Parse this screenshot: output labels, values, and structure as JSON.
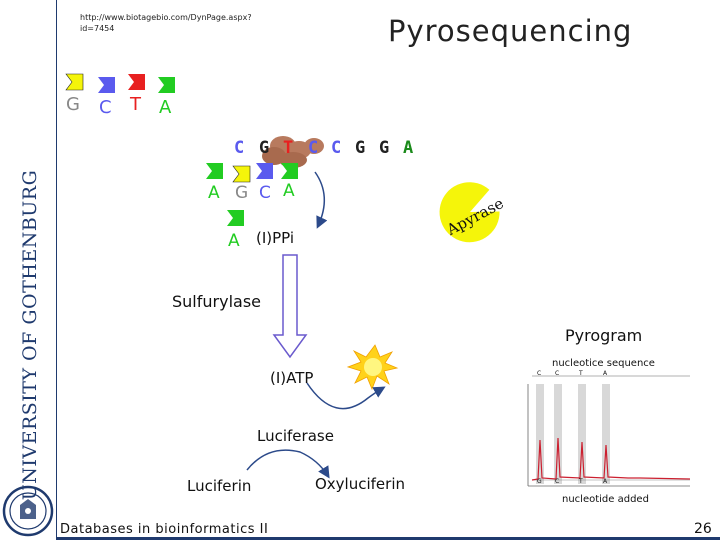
{
  "header": {
    "url": "http://www.biotagebio.com/DynPage.aspx?id=7454",
    "title": "Pyrosequencing"
  },
  "sidebar": {
    "university": "UNIVERSITY OF GOTHENBURG"
  },
  "nucleotides_top": [
    "G",
    "C",
    "T",
    "A"
  ],
  "template_sequence": [
    "C",
    "G",
    "T",
    "C",
    "C",
    "G",
    "G",
    "A"
  ],
  "nucleotides_mid": [
    "A",
    "G",
    "C",
    "A"
  ],
  "nucleotide_single": "A",
  "labels": {
    "ppi": "(I)PPi",
    "apyrase": "Apyrase",
    "sulfurylase": "Sulfurylase",
    "pyrogram": "Pyrogram",
    "atp": "(I)ATP",
    "luciferase": "Luciferase",
    "luciferin": "Luciferin",
    "oxyluciferin": "Oxyluciferin",
    "nucleotide_sequence": "nucleotice sequence",
    "nucleotide_added": "nucleotide added"
  },
  "pyrogram": {
    "top_ticks": [
      "C",
      "C",
      "T",
      "A"
    ],
    "bottom_ticks": [
      "G",
      "C",
      "T",
      "A"
    ]
  },
  "footer": {
    "course": "Databases in bioinformatics II",
    "page": "26"
  },
  "colors": {
    "navy": "#1f3a6e",
    "yellow": "#f5f50a",
    "blue": "#5a5aee",
    "red": "#e82020",
    "green": "#22cc22",
    "polymerase": "#b87a5e"
  }
}
